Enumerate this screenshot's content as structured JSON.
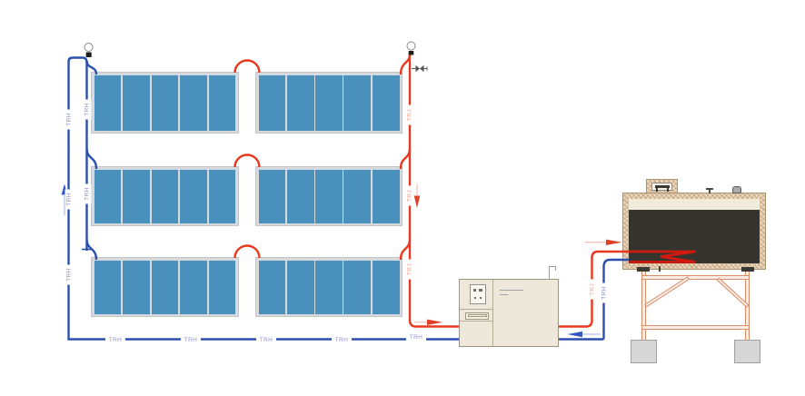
{
  "diagram": {
    "kind": "solar thermal collector field with boiler unit and insulated storage tank on stand",
    "collector_array": {
      "rows": 3,
      "groups_per_row": 2,
      "panels_per_group": 5
    }
  },
  "pipe_tags": {
    "left_outer_riser": [
      "TRH",
      "TRH",
      "TRH"
    ],
    "left_inner_riser": [
      "TRH",
      "TRH"
    ],
    "hot_riser": [
      "TRJ",
      "TRJ",
      "TRJ"
    ],
    "bottom_return_line": [
      "TRH",
      "TRH",
      "TRH",
      "TRH",
      "TRH"
    ],
    "tank_hot_inlet": "TRJ",
    "tank_cold_return": "TRH"
  },
  "colors": {
    "panel_blue": "#4A90BC",
    "cold_pipe": "#2B4FAE",
    "hot_pipe": "#E8391F",
    "coil_red": "#D2190F",
    "cold_tag_text": "#8E92CC",
    "hot_tag_text": "#F2A08C",
    "boiler_body": "#EDE8D9",
    "tank_insulation": "#EADBC2",
    "tank_interior": "#35342F",
    "stand_frame": "#DC8B67"
  }
}
